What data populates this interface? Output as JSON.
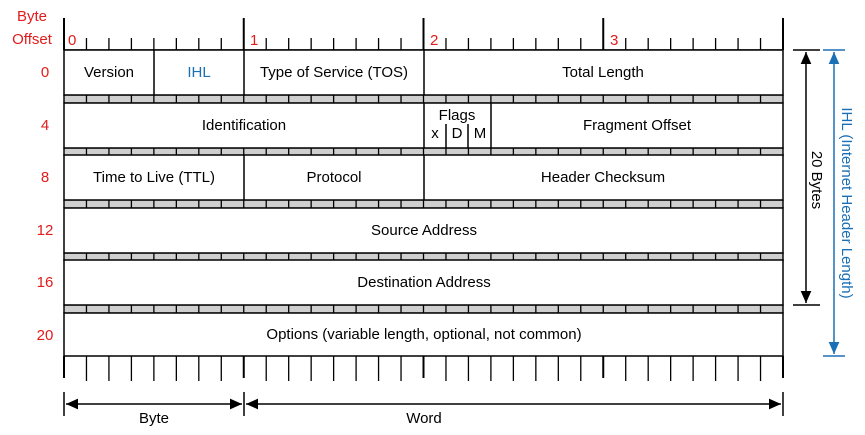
{
  "colors": {
    "offset_red": "#e21b1b",
    "ihl_blue": "#1b6fb5",
    "line": "#000000",
    "separator_fill": "#cfcfcf"
  },
  "header": {
    "byte_label": "Byte",
    "offset_label": "Offset"
  },
  "byte_numbers": [
    "0",
    "1",
    "2",
    "3"
  ],
  "row_offsets": [
    "0",
    "4",
    "8",
    "12",
    "16",
    "20"
  ],
  "rows": [
    {
      "fields": [
        {
          "label": "Version"
        },
        {
          "label": "IHL"
        },
        {
          "label": "Type of Service (TOS)"
        },
        {
          "label": "Total Length"
        }
      ]
    },
    {
      "fields": [
        {
          "label": "Identification"
        },
        {
          "label": "Flags"
        },
        {
          "label": "x"
        },
        {
          "label": "D"
        },
        {
          "label": "M"
        },
        {
          "label": "Fragment Offset"
        }
      ]
    },
    {
      "fields": [
        {
          "label": "Time to Live (TTL)"
        },
        {
          "label": "Protocol"
        },
        {
          "label": "Header Checksum"
        }
      ]
    },
    {
      "fields": [
        {
          "label": "Source Address"
        }
      ]
    },
    {
      "fields": [
        {
          "label": "Destination Address"
        }
      ]
    },
    {
      "fields": [
        {
          "label": "Options (variable length, optional, not common)"
        }
      ]
    }
  ],
  "side": {
    "bytes_label": "20 Bytes",
    "ihl_label": "IHL (Internet Header Length)"
  },
  "bottom": {
    "byte_label": "Byte",
    "word_label": "Word"
  }
}
